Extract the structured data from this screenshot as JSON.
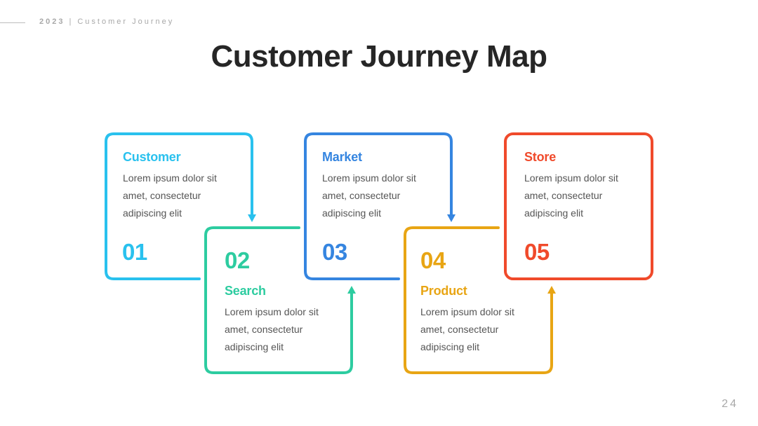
{
  "header": {
    "year": "2023",
    "separator": "|",
    "subtitle": "Customer Journey"
  },
  "title": "Customer Journey Map",
  "steps": [
    {
      "number": "01",
      "label": "Customer",
      "description": "Lorem ipsum dolor sit\namet, consectetur\nadipiscing elit",
      "color": "#29C1EE"
    },
    {
      "number": "02",
      "label": "Search",
      "description": "Lorem ipsum dolor sit\namet, consectetur\nadipiscing elit",
      "color": "#2DCCA0"
    },
    {
      "number": "03",
      "label": "Market",
      "description": "Lorem ipsum dolor sit\namet, consectetur\nadipiscing elit",
      "color": "#3585E0"
    },
    {
      "number": "04",
      "label": "Product",
      "description": "Lorem ipsum dolor sit\namet, consectetur\nadipiscing elit",
      "color": "#E8A514"
    },
    {
      "number": "05",
      "label": "Store",
      "description": "Lorem ipsum dolor sit\namet, consectetur\nadipiscing elit",
      "color": "#F04A2B"
    }
  ],
  "page_number": "24"
}
